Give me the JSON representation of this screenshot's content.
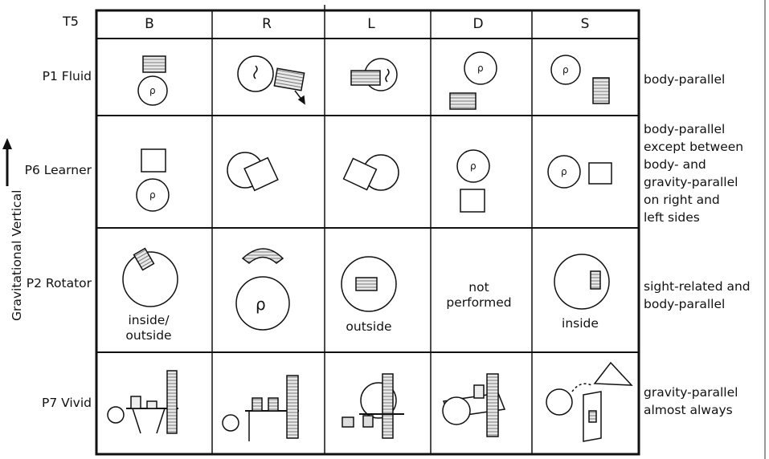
{
  "corner_label": "T5",
  "columns": [
    "B",
    "R",
    "L",
    "D",
    "S"
  ],
  "rows": [
    {
      "label": "P1 Fluid",
      "note": "body-parallel"
    },
    {
      "label": "P6 Learner",
      "note": "body-parallel\nexcept between\nbody- and\ngravity-parallel\non right and\nleft sides"
    },
    {
      "label": "P2 Rotator",
      "note": "sight-related and\nbody-parallel"
    },
    {
      "label": "P7 Vivid",
      "note": "gravity-parallel\nalmost always"
    }
  ],
  "axis_label": "Gravitational Vertical",
  "p2_captions": {
    "B": "inside/\noutside",
    "L": "outside",
    "D": "not\nperformed",
    "S": "inside"
  }
}
